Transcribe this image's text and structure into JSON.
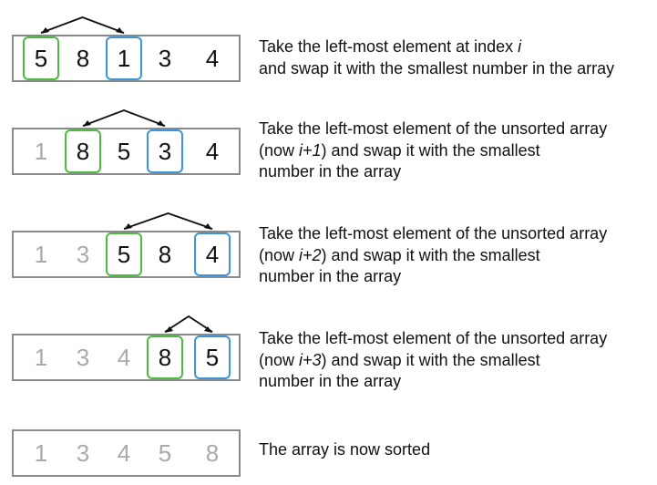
{
  "steps": [
    {
      "cells": [
        {
          "value": "5",
          "state": "green"
        },
        {
          "value": "8",
          "state": "normal"
        },
        {
          "value": "1",
          "state": "blue"
        },
        {
          "value": "3",
          "state": "normal"
        },
        {
          "value": "4",
          "state": "normal"
        }
      ],
      "arrow": {
        "from": 0,
        "to": 2
      },
      "desc": [
        [
          {
            "t": "Take the left-most element at index "
          },
          {
            "t": "i",
            "i": true
          }
        ],
        [
          {
            "t": "and swap it with the smallest number in the array"
          }
        ]
      ]
    },
    {
      "cells": [
        {
          "value": "1",
          "state": "sorted"
        },
        {
          "value": "8",
          "state": "green"
        },
        {
          "value": "5",
          "state": "normal"
        },
        {
          "value": "3",
          "state": "blue"
        },
        {
          "value": "4",
          "state": "normal"
        }
      ],
      "arrow": {
        "from": 1,
        "to": 3
      },
      "desc": [
        [
          {
            "t": "Take the left-most element of the unsorted array"
          }
        ],
        [
          {
            "t": "(now "
          },
          {
            "t": "i+1",
            "i": true
          },
          {
            "t": ") and swap it with the smallest"
          }
        ],
        [
          {
            "t": "number in the array"
          }
        ]
      ]
    },
    {
      "cells": [
        {
          "value": "1",
          "state": "sorted"
        },
        {
          "value": "3",
          "state": "sorted"
        },
        {
          "value": "5",
          "state": "green"
        },
        {
          "value": "8",
          "state": "normal"
        },
        {
          "value": "4",
          "state": "blue"
        }
      ],
      "arrow": {
        "from": 2,
        "to": 4
      },
      "desc": [
        [
          {
            "t": "Take the left-most element of the unsorted array"
          }
        ],
        [
          {
            "t": "(now "
          },
          {
            "t": "i+2",
            "i": true
          },
          {
            "t": ") and swap it with the smallest"
          }
        ],
        [
          {
            "t": "number in the array"
          }
        ]
      ]
    },
    {
      "cells": [
        {
          "value": "1",
          "state": "sorted"
        },
        {
          "value": "3",
          "state": "sorted"
        },
        {
          "value": "4",
          "state": "sorted"
        },
        {
          "value": "8",
          "state": "green"
        },
        {
          "value": "5",
          "state": "blue"
        }
      ],
      "arrow": {
        "from": 3,
        "to": 4
      },
      "desc": [
        [
          {
            "t": "Take the left-most element of the unsorted array"
          }
        ],
        [
          {
            "t": "(now "
          },
          {
            "t": "i+3",
            "i": true
          },
          {
            "t": ") and swap it with the smallest"
          }
        ],
        [
          {
            "t": "number in the array"
          }
        ]
      ]
    },
    {
      "cells": [
        {
          "value": "1",
          "state": "sorted"
        },
        {
          "value": "3",
          "state": "sorted"
        },
        {
          "value": "4",
          "state": "sorted"
        },
        {
          "value": "5",
          "state": "sorted"
        },
        {
          "value": "8",
          "state": "sorted"
        }
      ],
      "arrow": null,
      "desc": [
        [
          {
            "t": "The array is now sorted"
          }
        ]
      ]
    }
  ],
  "colors": {
    "current_min_target": "#4cbb3f",
    "smallest_found": "#3c95d8",
    "sorted_text": "#aaaaaa",
    "box_border": "#8a8a8a"
  }
}
